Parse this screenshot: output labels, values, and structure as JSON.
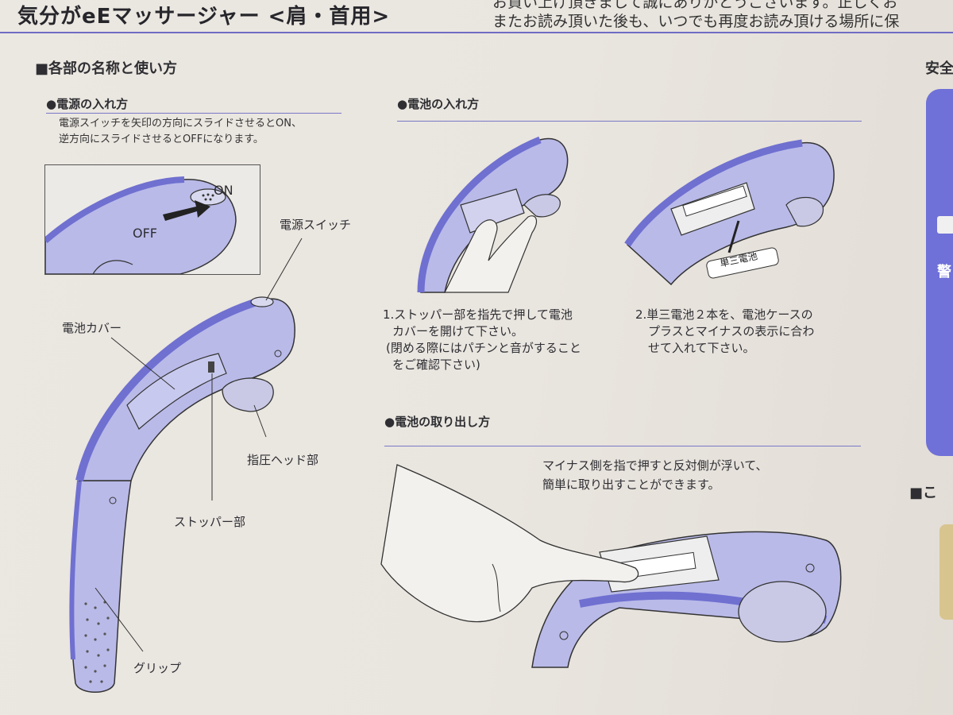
{
  "header": {
    "title": "気分がeEマッサージャー <肩・首用>",
    "top_line1": "お買い上げ頂きまして誠にありがとうございます。正しくお",
    "top_line2": "またお読み頂いた後も、いつでも再度お読み頂ける場所に保"
  },
  "section_main": "■各部の名称と使い方",
  "power": {
    "heading": "●電源の入れ方",
    "line1": "電源スイッチを矢印の方向にスライドさせるとON、",
    "line2": "逆方向にスライドさせるとOFFになります。",
    "on_label": "ON",
    "off_label": "OFF"
  },
  "parts": {
    "switch": "電源スイッチ",
    "battery_cover": "電池カバー",
    "head": "指圧ヘッド部",
    "stopper": "ストッパー部",
    "grip": "グリップ"
  },
  "battery_insert": {
    "heading": "●電池の入れ方",
    "step1_l1": "1.ストッパー部を指先で押して電池",
    "step1_l2": "カバーを開けて下さい。",
    "step1_l3": "(閉める際にはパチンと音がすること",
    "step1_l4": "をご確認下さい)",
    "step2_l1": "2.単三電池２本を、電池ケースの",
    "step2_l2": "プラスとマイナスの表示に合わ",
    "step2_l3": "せて入れて下さい。",
    "battery_label": "単三電池"
  },
  "battery_remove": {
    "heading": "●電池の取り出し方",
    "line1": "マイナス側を指で押すと反対側が浮いて、",
    "line2": "簡単に取り出すことができます。"
  },
  "right_edge": {
    "heading_partial": "安全",
    "panel_char1": "警",
    "bottom_heading": "■こ"
  },
  "colors": {
    "device_body": "#b5b6e6",
    "device_dark": "#6f70d0",
    "rule": "#6f6cc4",
    "paper": "#e9e5df"
  }
}
